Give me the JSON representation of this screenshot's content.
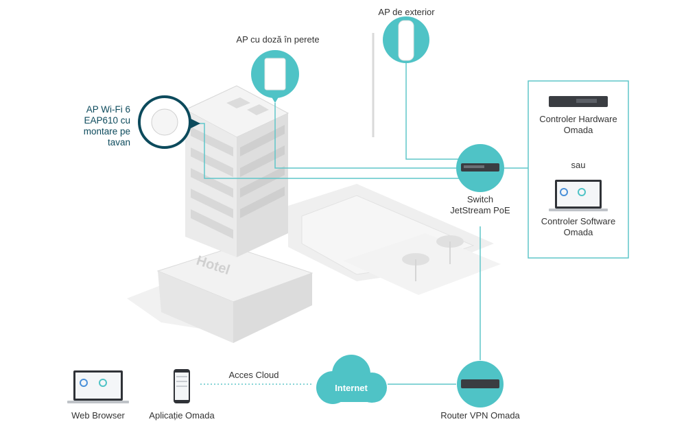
{
  "title": "Omada hotel network topology",
  "colors": {
    "accent": "#4fc3c6",
    "line": "#5ec6c9",
    "label_dark": "#0c4a5c",
    "building": "#e9e9e9",
    "device_dark": "#3a3d42"
  },
  "labels": {
    "ceiling_ap": [
      "AP Wi-Fi 6",
      "EAP610 cu",
      "montare pe",
      "tavan"
    ],
    "wall_ap": "AP cu doză în perete",
    "outdoor_ap": "AP de exterior",
    "switch": [
      "Switch",
      "JetStream PoE"
    ],
    "hw_controller": [
      "Controler Hardware",
      "Omada"
    ],
    "or": "sau",
    "sw_controller": [
      "Controler Software",
      "Omada"
    ],
    "web_browser": "Web Browser",
    "omada_app": "Aplicație Omada",
    "cloud_access": "Acces Cloud",
    "internet": "Internet",
    "router": "Router VPN Omada",
    "hotel_sign": "Hotel"
  },
  "icons": {
    "ceiling_ap": "ceiling-ap-icon",
    "wall_ap": "wall-plate-ap-icon",
    "outdoor_ap": "outdoor-ap-icon",
    "switch": "switch-icon",
    "router": "router-icon",
    "hw_controller": "hardware-controller-icon",
    "sw_controller": "laptop-icon",
    "web_browser": "laptop-browser-icon",
    "app": "smartphone-icon",
    "cloud": "cloud-icon"
  }
}
